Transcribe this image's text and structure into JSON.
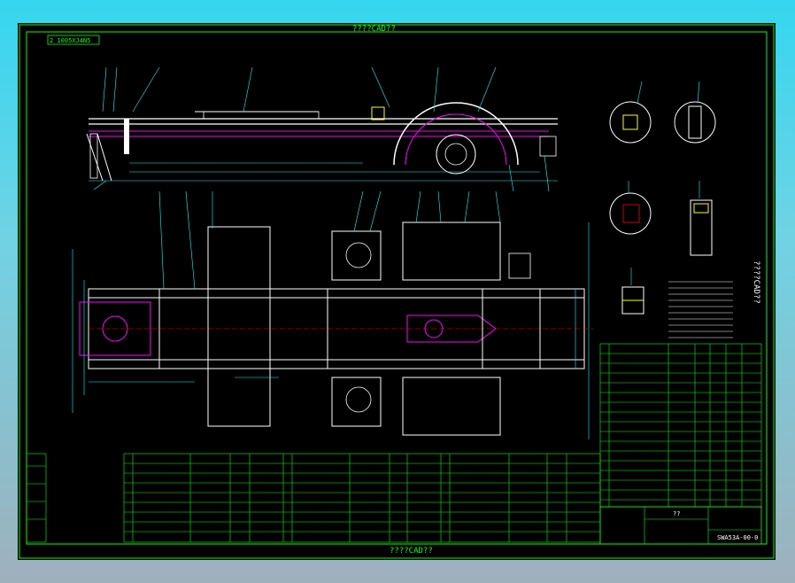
{
  "watermark_top": "????CAD??",
  "watermark_bottom": "????CAD??",
  "watermark_side": "????CAD??",
  "corner_tag": "2 1005XJ4N5",
  "title_block": {
    "name_cell": "??",
    "drawing_code": "SWA53A-00-0"
  },
  "colors": {
    "frame": "#00ff00",
    "leader": "#00ffff",
    "part": "#ffffff",
    "accent": "#ff00ff",
    "highlight": "#ffff00",
    "hatch": "#ff0000"
  }
}
